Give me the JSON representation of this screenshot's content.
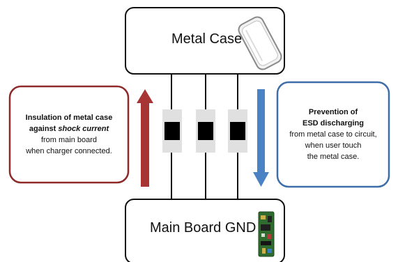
{
  "top_box": {
    "label": "Metal Case",
    "icon": "phone-case-icon"
  },
  "bottom_box": {
    "label": "Main Board GND",
    "icon": "circuit-board-icon"
  },
  "left_note": {
    "line1": "Insulation of metal case",
    "line2_prefix": "against ",
    "line2_emphasis": "shock current",
    "line3": "from main board",
    "line4": "when charger connected.",
    "border_color": "#8e2a2a"
  },
  "right_note": {
    "line1": "Prevention of",
    "line2": "ESD discharging",
    "line3": "from metal case to circuit,",
    "line4": "when user touch",
    "line5": "the metal case.",
    "border_color": "#3d6ea8"
  },
  "arrows": {
    "up": {
      "direction": "up",
      "color": "#a83535"
    },
    "down": {
      "direction": "down",
      "color": "#4a82c4"
    }
  },
  "components": {
    "count": 3,
    "icon": "varistor-component-icon"
  }
}
